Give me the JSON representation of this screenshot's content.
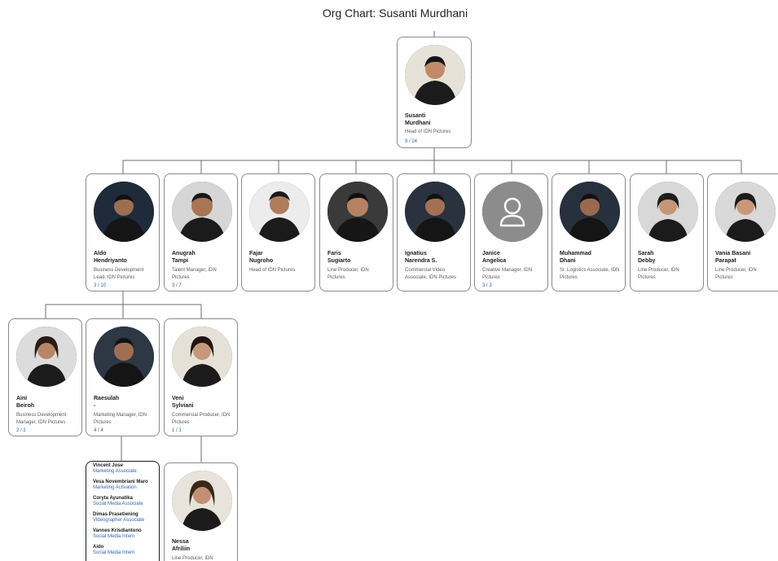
{
  "page_title": "Org Chart: Susanti Murdhani",
  "root": {
    "name_line1": "Susanti",
    "name_line2": "Murdhani",
    "role": "Head of IDN Pictures",
    "count": "9 / 24",
    "photo": "person-photo",
    "bg_color": "#e7e2d8",
    "shirt_color": "#1b1b1b"
  },
  "level1": [
    {
      "name_line1": "Aldo",
      "name_line2": "Hendriyanto",
      "role": "Business Development Lead, IDN Pictures",
      "count": "3 / 10",
      "photo": "person-photo",
      "bg_color": "#1f2b3a",
      "shirt_color": "#151515"
    },
    {
      "name_line1": "Anugrah",
      "name_line2": "Tampi",
      "role": "Talent Manager, IDN Pictures",
      "count": "3 / 7",
      "photo": "person-photo",
      "bg_color": "#d6d6d6",
      "shirt_color": "#1b1b1b"
    },
    {
      "name_line1": "Fajar",
      "name_line2": "Nugroho",
      "role": "Head of IDN Pictures",
      "count": "",
      "photo": "person-photo",
      "bg_color": "#ececec",
      "shirt_color": "#1b1b1b"
    },
    {
      "name_line1": "Faris",
      "name_line2": "Sugiarto",
      "role": "Line Producer, IDN Pictures",
      "count": "",
      "photo": "person-photo",
      "bg_color": "#3a3a3a",
      "shirt_color": "#161616"
    },
    {
      "name_line1": "Ignatius",
      "name_line2": "Narendra S.",
      "role": "Commercial Video Associate, IDN Pictures",
      "count": "",
      "photo": "person-photo",
      "bg_color": "#2a3240",
      "shirt_color": "#151515"
    },
    {
      "name_line1": "Janice",
      "name_line2": "Angelica",
      "role": "Creative Manager, IDN Pictures",
      "count": "3 / 3",
      "photo": "placeholder-person-icon",
      "bg_color": "#8c8c8c",
      "shirt_color": "#ffffff"
    },
    {
      "name_line1": "Muhammad",
      "name_line2": "Dhani",
      "role": "Sr. Logistics Associate, IDN Pictures",
      "count": "",
      "photo": "person-photo",
      "bg_color": "#27303d",
      "shirt_color": "#151515"
    },
    {
      "name_line1": "Sarah",
      "name_line2": "Debby",
      "role": "Line Producer, IDN Pictures",
      "count": "",
      "photo": "person-photo",
      "bg_color": "#d8d8d8",
      "shirt_color": "#1b1b1b"
    },
    {
      "name_line1": "Vania Basani",
      "name_line2": "Parapat",
      "role": "Line Producer, IDN Pictures",
      "count": "",
      "photo": "person-photo",
      "bg_color": "#d9d9d9",
      "shirt_color": "#1b1b1b"
    }
  ],
  "level2": [
    {
      "name_line1": "Aini",
      "name_line2": "Beiroh",
      "role": "Business Development Manager, IDN Pictures",
      "count": "2 / 2",
      "photo": "person-photo",
      "bg_color": "#dcdcdc",
      "shirt_color": "#1b1b1b"
    },
    {
      "name_line1": "Raesulah",
      "name_line2": "-",
      "role": "Marketing Manager, IDN Pictures",
      "count": "4 / 4",
      "photo": "person-photo",
      "bg_color": "#2e3744",
      "shirt_color": "#151515"
    },
    {
      "name_line1": "Veni",
      "name_line2": "Sylviani",
      "role": "Commercial Producer, IDN Pictures",
      "count": "1 / 1",
      "photo": "person-photo",
      "bg_color": "#e6e1d6",
      "shirt_color": "#1b1b1b"
    }
  ],
  "level3_list": [
    {
      "name": "Vincent Jose",
      "role": "Marketing Associate"
    },
    {
      "name": "Vesa Novembriani Maro",
      "role": "Marketing Activation"
    },
    {
      "name": "Coryta Ayunatika",
      "role": "Social Media Associate"
    },
    {
      "name": "Dimas Prasetiening",
      "role": "Videographer Associate"
    },
    {
      "name": "Vannes Krisdiantono",
      "role": "Social Media Intern"
    },
    {
      "name": "Aido",
      "role": "Social Media Intern"
    }
  ],
  "level3_card": {
    "name_line1": "Nessa",
    "name_line2": "Afriliin",
    "role": "Line Producer, IDN Pictures",
    "count": "",
    "photo": "person-photo",
    "bg_color": "#e8e4dc",
    "shirt_color": "#1b1b1b"
  },
  "colors": {
    "connector": "#6e6e6e",
    "count_link": "#2a5fa8",
    "card_border": "#8a8a8a"
  }
}
